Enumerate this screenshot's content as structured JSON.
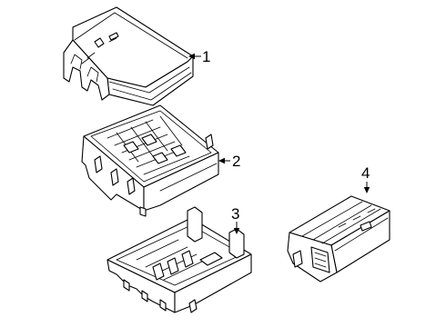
{
  "diagram": {
    "callouts": [
      {
        "id": "1",
        "text": "1"
      },
      {
        "id": "2",
        "text": "2"
      },
      {
        "id": "3",
        "text": "3"
      },
      {
        "id": "4",
        "text": "4"
      }
    ]
  }
}
